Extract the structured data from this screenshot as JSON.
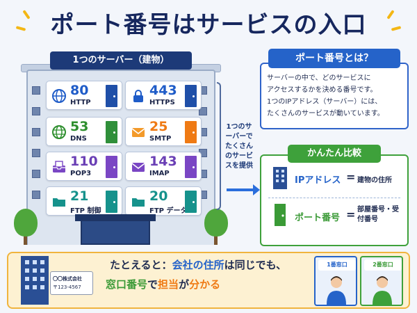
{
  "title": "ポート番号はサービスの入口",
  "building_label": "1つのサーバー（建物）",
  "services": [
    {
      "port": "80",
      "name": "HTTP",
      "icon": "globe-icon",
      "port_color": "#1f5cc8",
      "door_color": "#1f4fa8"
    },
    {
      "port": "443",
      "name": "HTTPS",
      "icon": "lock-icon",
      "port_color": "#1f5cc8",
      "door_color": "#1f4fa8"
    },
    {
      "port": "53",
      "name": "DNS",
      "icon": "network-globe-icon",
      "port_color": "#2f8f2f",
      "door_color": "#2f8f3a"
    },
    {
      "port": "25",
      "name": "SMTP",
      "icon": "envelope-icon",
      "port_color": "#ef7a14",
      "door_color": "#ef7a14"
    },
    {
      "port": "110",
      "name": "POP3",
      "icon": "inbox-icon",
      "port_color": "#6a3fb5",
      "door_color": "#7a46c4"
    },
    {
      "port": "143",
      "name": "IMAP",
      "icon": "mail-icon",
      "port_color": "#6a3fb5",
      "door_color": "#7a46c4"
    },
    {
      "port": "21",
      "name": "FTP 制御",
      "icon": "folder-icon",
      "port_color": "#16928c",
      "door_color": "#16928c"
    },
    {
      "port": "20",
      "name": "FTP データ",
      "icon": "folder-icon",
      "port_color": "#16928c",
      "door_color": "#16928c"
    }
  ],
  "center_note": "1つのサーバーでたくさんのサービスを提供",
  "definition": {
    "heading": "ポート番号とは？",
    "lines": [
      "サーバーの中で、どのサービスに",
      "アクセスするかを決める番号です。",
      "1つのIPアドレス（サーバー）には、",
      "たくさんのサービスが動いています。"
    ]
  },
  "comparison": {
    "heading": "かんたん比較",
    "rows": [
      {
        "term": "IPアドレス",
        "eq": "=",
        "meaning": "建物の住所"
      },
      {
        "term": "ポート番号",
        "eq": "=",
        "meaning": "部屋番号・受付番号"
      }
    ]
  },
  "example": {
    "line1_a": "たとえると：",
    "line1_b": "会社の住所",
    "line1_c": "は同じでも、",
    "line2_a": "窓口番号",
    "line2_b": "で",
    "line2_c": "担当",
    "line2_d": "が",
    "line2_e": "分かる"
  },
  "company_sign": {
    "name": "〇〇株式会社",
    "zip": "〒123-4567"
  },
  "counters": [
    {
      "label": "1番窓口",
      "color": "#2563c9"
    },
    {
      "label": "2番窓口",
      "color": "#3ea13b"
    }
  ]
}
